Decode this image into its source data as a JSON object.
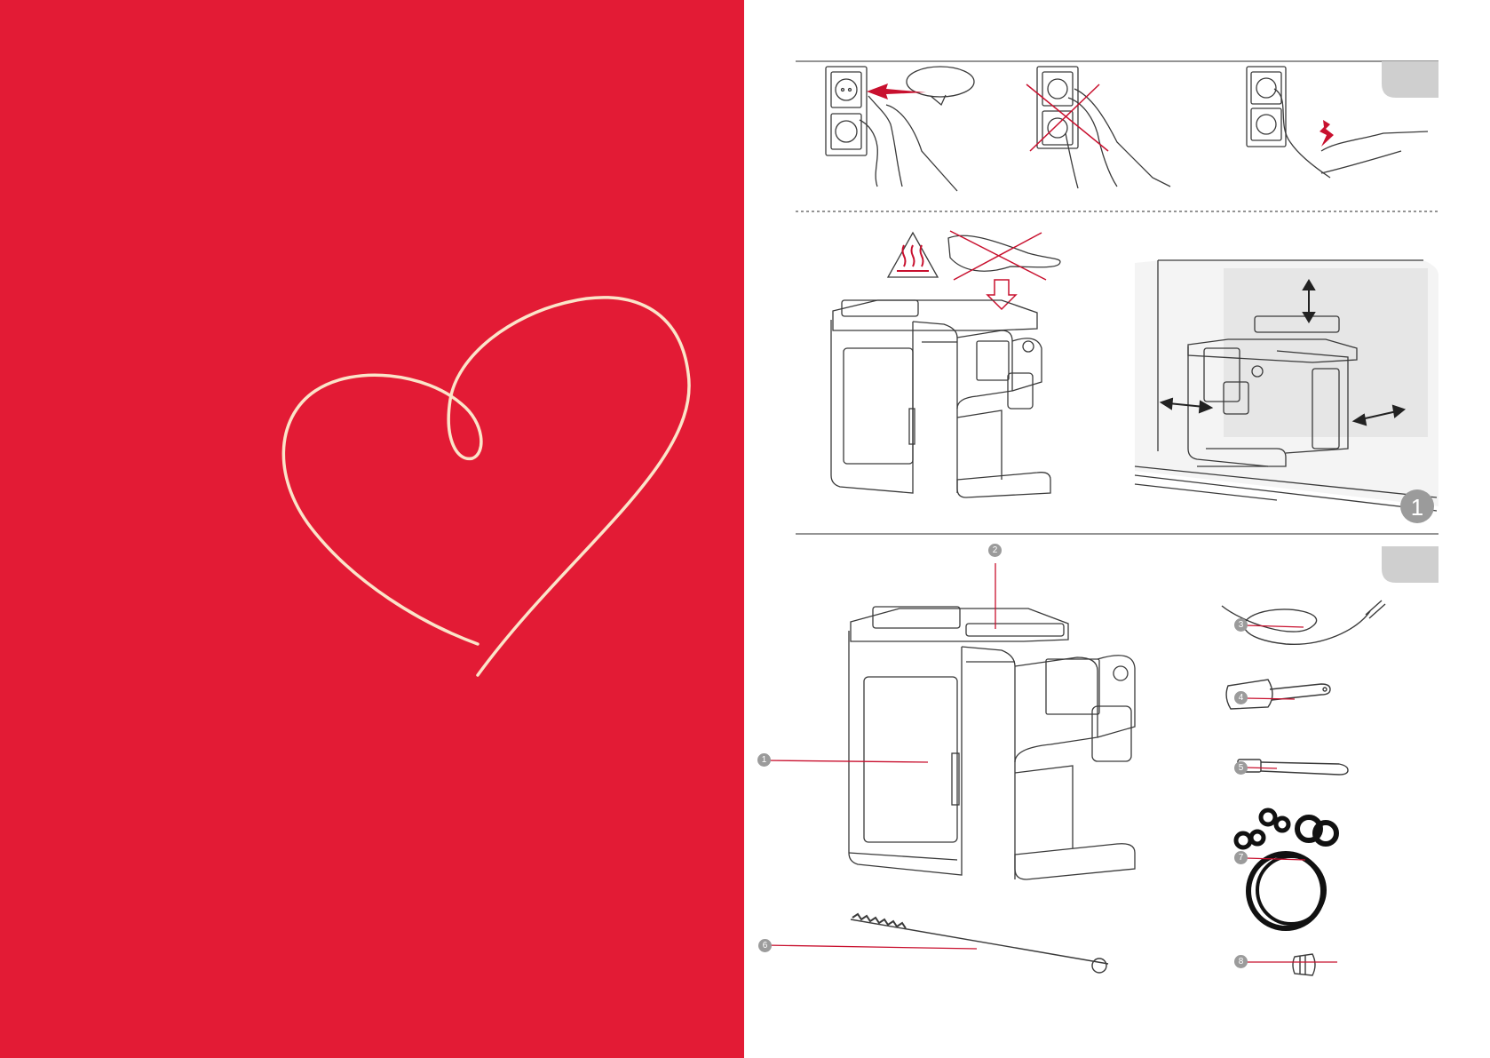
{
  "colors": {
    "brand_red": "#e31b35",
    "heart_stroke": "#fbe4c9",
    "line_art": "#3a3a3a",
    "callout_line": "#c8102e",
    "tab_gray": "#cfcfcf",
    "badge_gray": "#9b9b9b"
  },
  "cover": {
    "graphic": "heart-outline"
  },
  "section_1": {
    "page_number": "1",
    "icons": [
      "hot-surface-warning-icon",
      "do-not-touch-icon",
      "down-arrow-icon",
      "clearance-arrows-icon"
    ]
  },
  "section_2": {
    "callouts": [
      "1",
      "2",
      "3",
      "4",
      "5",
      "6",
      "7",
      "8"
    ]
  }
}
